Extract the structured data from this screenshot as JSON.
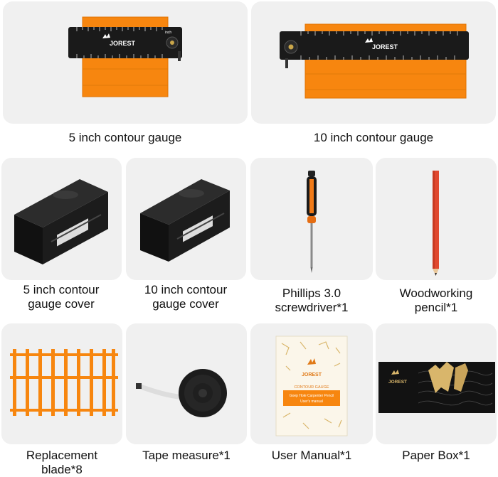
{
  "brand": "JOREST",
  "items": {
    "gauge5": {
      "caption": "5 inch contour gauge",
      "ruler_unit": "inch"
    },
    "gauge10": {
      "caption": "10 inch contour gauge"
    },
    "cover5": {
      "caption_l1": "5 inch contour",
      "caption_l2": "gauge cover"
    },
    "cover10": {
      "caption_l1": "10 inch contour",
      "caption_l2": "gauge cover"
    },
    "screwdriver": {
      "caption_l1": "Phillips 3.0",
      "caption_l2": "screwdriver*1"
    },
    "pencil": {
      "caption_l1": "Woodworking",
      "caption_l2": "pencil*1"
    },
    "blade": {
      "caption_l1": "Replacement",
      "caption_l2": "blade*8"
    },
    "tape": {
      "caption": "Tape measure*1"
    },
    "manual": {
      "caption": "User Manual*1",
      "cover_title": "CONTOUR GAUGE",
      "cover_line1": "Goep Hole Carpenter Pencil",
      "cover_line2": "User's manual"
    },
    "box": {
      "caption": "Paper Box*1"
    }
  },
  "colors": {
    "orange": "#f7860f",
    "black": "#1a1a1a",
    "card": "#f0f0f0",
    "gold": "#d9b66b",
    "pencil_red": "#e0482e"
  }
}
